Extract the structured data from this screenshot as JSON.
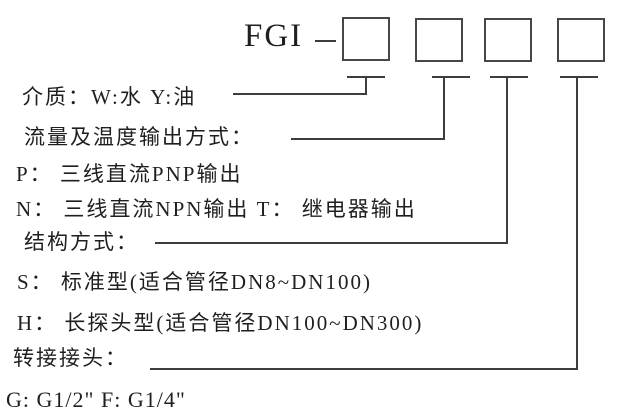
{
  "diagram": {
    "prefix": "FGI",
    "code_boxes": [
      "medium-code",
      "output-mode-code",
      "structure-code",
      "adapter-code"
    ],
    "rows": [
      {
        "id": "medium",
        "text": "介质：W:水 Y:油"
      },
      {
        "id": "output-mode",
        "text": "流量及温度输出方式："
      },
      {
        "id": "output-p",
        "text": "P： 三线直流PNP输出"
      },
      {
        "id": "output-n-t",
        "text": "N： 三线直流NPN输出 T： 继电器输出"
      },
      {
        "id": "structure",
        "text": "结构方式："
      },
      {
        "id": "structure-s",
        "text": "S： 标准型(适合管径DN8~DN100)"
      },
      {
        "id": "structure-h",
        "text": "H： 长探头型(适合管径DN100~DN300)"
      },
      {
        "id": "adapter",
        "text": "转接接头："
      },
      {
        "id": "adapter-g-f",
        "text": "G: G1/2\"  F: G1/4\""
      }
    ],
    "colors": {
      "ink": "#1f1f1f",
      "line": "#3d3d3d",
      "box_border": "#474747",
      "background": "#ffffff"
    }
  }
}
